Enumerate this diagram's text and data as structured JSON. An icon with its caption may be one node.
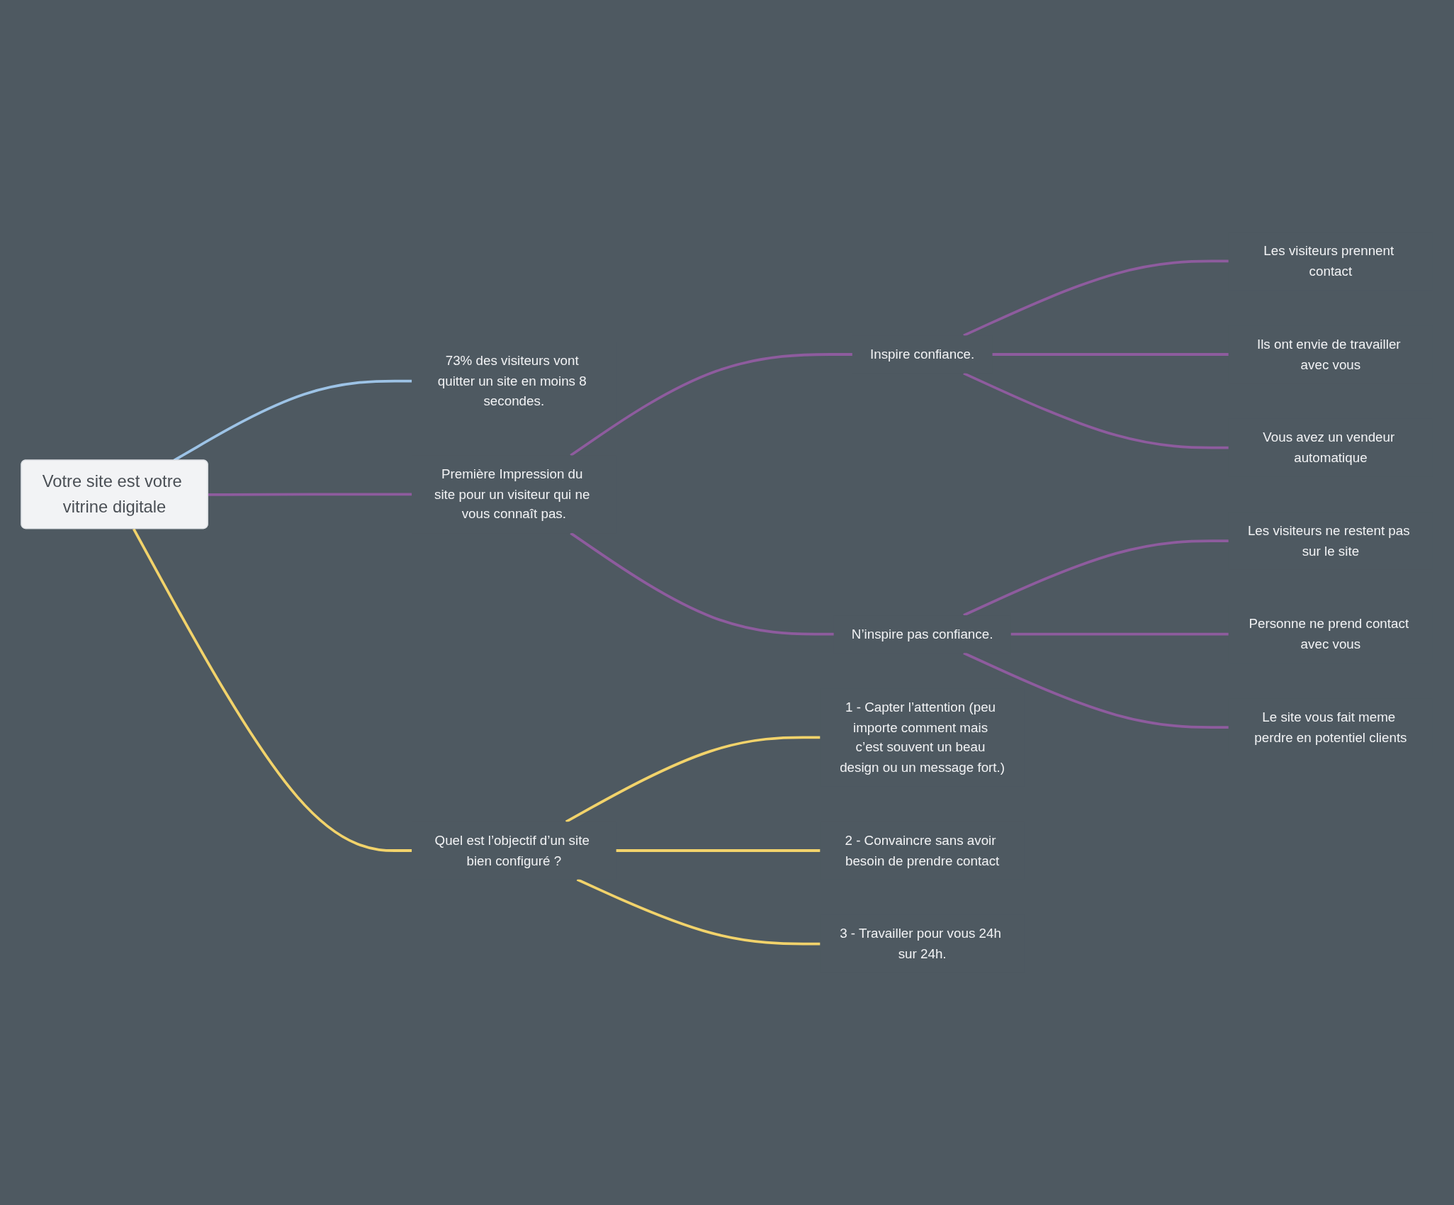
{
  "diagram": {
    "nodes": [
      {
        "text": [
          "Votre site est votre vitrine digitale"
        ]
      },
      {
        "text": [
          "73% des visiteurs vont quitter un site en moins 8 secondes."
        ]
      },
      {
        "text": [
          "Première Impression du site pour un visiteur qui ne vous connaît pas."
        ]
      },
      {
        "text": [
          "Inspire confiance."
        ]
      },
      {
        "text": [
          "Les visiteurs prennent contact"
        ]
      },
      {
        "text": [
          "Ils ont envie de travailler avec vous"
        ]
      },
      {
        "text": [
          "Vous avez un vendeur automatique"
        ]
      },
      {
        "text": [
          "N’inspire pas confiance."
        ]
      },
      {
        "text": [
          "Les visiteurs ne restent pas sur le site"
        ]
      },
      {
        "text": [
          "Personne ne prend contact avec vous"
        ]
      },
      {
        "text": [
          "Le site vous fait meme perdre en potentiel clients"
        ]
      },
      {
        "text": [
          "Quel est l’objectif d’un site bien configuré ?"
        ]
      },
      {
        "text": [
          "1 - Capter l’attention (peu importe comment mais c’est souvent un beau design ou un message fort.)"
        ]
      },
      {
        "text": [
          "2 - Convaincre sans avoir besoin de prendre contact"
        ]
      },
      {
        "text": [
          "3 - Travailler pour vous 24h sur 24h."
        ]
      }
    ],
    "edges": [
      {
        "from": 0,
        "to": 1,
        "arrow": "none",
        "color": "#9dc3e6"
      },
      {
        "from": 0,
        "to": 2,
        "arrow": "none"
      },
      {
        "from": 2,
        "to": 3,
        "arrow": "none"
      },
      {
        "from": 3,
        "to": 4,
        "arrow": "none"
      },
      {
        "from": 3,
        "to": 5,
        "arrow": "none"
      },
      {
        "from": 3,
        "to": 6,
        "arrow": "none"
      },
      {
        "from": 2,
        "to": 7,
        "arrow": "none"
      },
      {
        "from": 7,
        "to": 8,
        "arrow": "none"
      },
      {
        "from": 7,
        "to": 9,
        "arrow": "none"
      },
      {
        "from": 7,
        "to": 10,
        "arrow": "none"
      },
      {
        "from": 0,
        "to": 11,
        "arrow": "none",
        "color": "#f2d36b"
      },
      {
        "from": 11,
        "to": 12,
        "arrow": "none",
        "color": "#f2d36b"
      },
      {
        "from": 11,
        "to": 13,
        "arrow": "none",
        "color": "#f2d36b"
      },
      {
        "from": 11,
        "to": 14,
        "arrow": "none",
        "color": "#f2d36b"
      }
    ]
  }
}
